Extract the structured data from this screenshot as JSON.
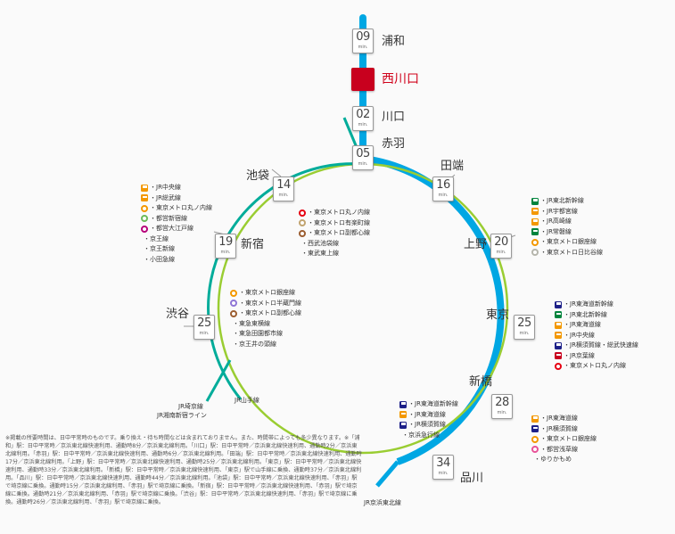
{
  "colors": {
    "keihin": "#00a7e3",
    "yamanote": "#9acd32",
    "saikyo": "#00ac9a",
    "home": "#c8001e"
  },
  "stations": {
    "urawa": {
      "name": "浦和",
      "minutes": "09",
      "unit": "min."
    },
    "nishikawaguchi": {
      "name": "西川口"
    },
    "kawaguchi": {
      "name": "川口",
      "minutes": "02",
      "unit": "min."
    },
    "akabane": {
      "name": "赤羽",
      "minutes": "05",
      "unit": "min."
    },
    "tabata": {
      "name": "田端",
      "minutes": "16",
      "unit": "min."
    },
    "ikebukuro": {
      "name": "池袋",
      "minutes": "14",
      "unit": "min."
    },
    "ueno": {
      "name": "上野",
      "minutes": "20",
      "unit": "min."
    },
    "shinjuku": {
      "name": "新宿",
      "minutes": "19",
      "unit": "min."
    },
    "shibuya": {
      "name": "渋谷",
      "minutes": "25",
      "unit": "min."
    },
    "tokyo": {
      "name": "東京",
      "minutes": "25",
      "unit": "min."
    },
    "shinbashi": {
      "name": "新橋",
      "minutes": "28",
      "unit": "min."
    },
    "shinagawa": {
      "name": "品川",
      "minutes": "34",
      "unit": "min."
    }
  },
  "transfers": {
    "ikebukuro": [
      {
        "label": "JR中央線",
        "icon": "train",
        "color": "#f39800"
      },
      {
        "label": "JR総武線",
        "icon": "train",
        "color": "#f39800"
      },
      {
        "label": "東京メトロ丸ノ内線",
        "icon": "ring",
        "color": "#f39800"
      },
      {
        "label": "都営新宿線",
        "icon": "ring",
        "color": "#6cbb5a"
      },
      {
        "label": "都営大江戸線",
        "icon": "ring",
        "color": "#b6007a"
      },
      {
        "label": "京王線",
        "icon": "none",
        "color": ""
      },
      {
        "label": "京王新線",
        "icon": "none",
        "color": ""
      },
      {
        "label": "小田急線",
        "icon": "none",
        "color": ""
      }
    ],
    "ring_inner": [
      {
        "label": "東京メトロ丸ノ内線",
        "icon": "ring",
        "color": "#e60012"
      },
      {
        "label": "東京メトロ有楽町線",
        "icon": "ring",
        "color": "#c1a470"
      },
      {
        "label": "東京メトロ副都心線",
        "icon": "ring",
        "color": "#9c5e31"
      },
      {
        "label": "西武池袋線",
        "icon": "none",
        "color": ""
      },
      {
        "label": "東武東上線",
        "icon": "none",
        "color": ""
      }
    ],
    "ueno": [
      {
        "label": "JR東北新幹線",
        "icon": "train",
        "color": "#00843d"
      },
      {
        "label": "JR宇都宮線",
        "icon": "train",
        "color": "#f39800"
      },
      {
        "label": "JR高崎線",
        "icon": "train",
        "color": "#f39800"
      },
      {
        "label": "JR常磐線",
        "icon": "train",
        "color": "#00843d"
      },
      {
        "label": "東京メトロ銀座線",
        "icon": "ring",
        "color": "#f39800"
      },
      {
        "label": "東京メトロ日比谷線",
        "icon": "ring",
        "color": "#b5b5ac"
      }
    ],
    "shibuya": [
      {
        "label": "東京メトロ銀座線",
        "icon": "ring",
        "color": "#f39800"
      },
      {
        "label": "東京メトロ半蔵門線",
        "icon": "ring",
        "color": "#8f76d6"
      },
      {
        "label": "東京メトロ副都心線",
        "icon": "ring",
        "color": "#9c5e31"
      },
      {
        "label": "東急東横線",
        "icon": "none",
        "color": ""
      },
      {
        "label": "東急田園都市線",
        "icon": "none",
        "color": ""
      },
      {
        "label": "京王井の頭線",
        "icon": "none",
        "color": ""
      }
    ],
    "tokyo": [
      {
        "label": "JR東海道新幹線",
        "icon": "train",
        "color": "#1d2088"
      },
      {
        "label": "JR東北新幹線",
        "icon": "train",
        "color": "#00843d"
      },
      {
        "label": "JR東海道線",
        "icon": "train",
        "color": "#f39800"
      },
      {
        "label": "JR中央線",
        "icon": "train",
        "color": "#f39800"
      },
      {
        "label": "JR横須賀線・総武快速線",
        "icon": "train",
        "color": "#1d2088"
      },
      {
        "label": "JR京葉線",
        "icon": "train",
        "color": "#c8001e"
      },
      {
        "label": "東京メトロ丸ノ内線",
        "icon": "ring",
        "color": "#e60012"
      }
    ],
    "shinbashi": [
      {
        "label": "JR東海道新幹線",
        "icon": "train",
        "color": "#1d2088"
      },
      {
        "label": "JR東海道線",
        "icon": "train",
        "color": "#f39800"
      },
      {
        "label": "JR横須賀線",
        "icon": "train",
        "color": "#1d2088"
      },
      {
        "label": "京浜急行線",
        "icon": "none",
        "color": ""
      }
    ],
    "shinagawa": [
      {
        "label": "JR東海道線",
        "icon": "train",
        "color": "#f39800"
      },
      {
        "label": "JR横須賀線",
        "icon": "train",
        "color": "#1d2088"
      },
      {
        "label": "東京メトロ銀座線",
        "icon": "ring",
        "color": "#f39800"
      },
      {
        "label": "都営浅草線",
        "icon": "ring",
        "color": "#e85298"
      },
      {
        "label": "ゆりかもめ",
        "icon": "none",
        "color": ""
      }
    ]
  },
  "line_labels": {
    "yamanote": "JR山手線",
    "saikyo_1": "JR埼京線",
    "saikyo_2": "JR湘南新宿ライン",
    "keihin": "JR京浜東北線"
  },
  "note": "※掲載の所要時間は、日中平常時のものです。乗り換え・待ち時間などは含まれておりません。また、時間帯によっても多少異なります。※「浦和」駅：日中平常時／京浜東北線快速利用、通勤時8分／京浜東北線利用。「川口」駅：日中平常時／京浜東北線快速利用、通勤時2分／京浜東北線利用。「赤羽」駅：日中平常時／京浜東北線快速利用、通勤時6分／京浜東北線利用。「田端」駅：日中平常時／京浜東北線快速利用、通勤時17分／京浜東北線利用。「上野」駅：日中平常時／京浜東北線快速利用、通勤時25分／京浜東北線利用。「東京」駅：日中平常時／京浜東北線快速利用、通勤時33分／京浜東北線利用。「新橋」駅：日中平常時／京浜東北線快速利用、「東京」駅で山手線に乗換、通勤時37分／京浜東北線利用。「品川」駅：日中平常時／京浜東北線快速利用、通勤時44分／京浜東北線利用。「池袋」駅：日中平常時／京浜東北線快速利用、「赤羽」駅で埼京線に乗換。通勤時15分／京浜東北線利用、「赤羽」駅で埼京線に乗換。「新宿」駅：日中平常時／京浜東北線快速利用、「赤羽」駅で埼京線に乗換。通勤時21分／京浜東北線利用、「赤羽」駅で埼京線に乗換。「渋谷」駅：日中平常時／京浜東北線快速利用、「赤羽」駅で埼京線に乗換。通勤時26分／京浜東北線利用、「赤羽」駅で埼京線に乗換。"
}
